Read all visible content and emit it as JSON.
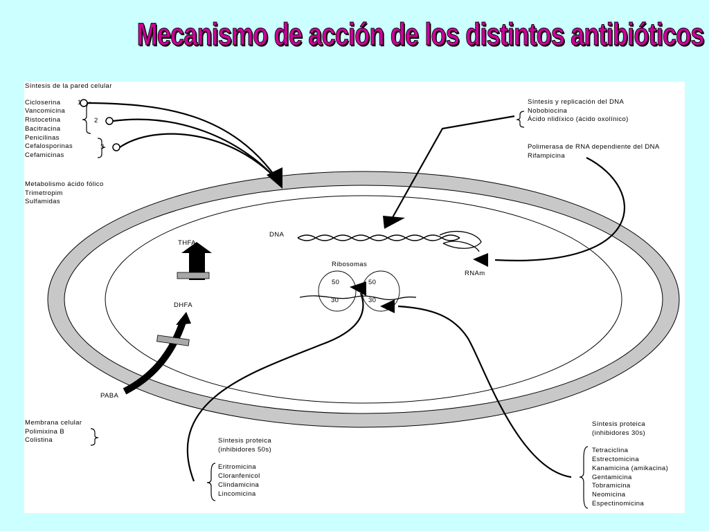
{
  "title": "Mecanismo de acción de los distintos antibióticos",
  "cell_wall": {
    "heading": "Síntesis de la pared celular",
    "items": [
      "Cicloserina",
      "Vancomicina",
      "Ristocetina",
      "Bacitracina",
      "Penicilinas",
      "Cefalosporinas",
      "Cefamicinas"
    ],
    "markers": [
      "1",
      "2",
      "3"
    ]
  },
  "folate": {
    "heading": "Metabolismo ácido fólico",
    "items": [
      "Trimetropim",
      "Sulfamidas"
    ],
    "thfa": "THFA",
    "dhfa": "DHFA",
    "paba": "PABA"
  },
  "dna_synthesis": {
    "heading": "Síntesis y replicación del DNA",
    "items": [
      "Nobobiocina",
      "Ácido nlidíxico (ácido oxolínico)"
    ]
  },
  "rna_polymerase": {
    "heading": "Polimerasa de RNA dependiente del DNA",
    "items": [
      "Rifampicina"
    ]
  },
  "cell_labels": {
    "dna": "DNA",
    "rnam": "RNAm",
    "ribosomes": "Ribosomas",
    "r50a": "50",
    "r50b": "50",
    "r30a": "30",
    "r30b": "30"
  },
  "membrane": {
    "heading": "Membrana celular",
    "items": [
      "Polimixina B",
      "Colistina"
    ]
  },
  "protein_50s": {
    "heading": "Síntesis proteica",
    "subheading": "(inhibidores 50s)",
    "items": [
      "Eritromicina",
      "Cloranfenicol",
      "Clindamicina",
      "Lincomicina"
    ]
  },
  "protein_30s": {
    "heading": "Síntesis proteica",
    "subheading": "(inhibidores 30s)",
    "items": [
      "Tetraciclina",
      "Estrectomicina",
      "Kanamicina (amikacina)",
      "Gentamicina",
      "Tobramicina",
      "Neomicina",
      "Espectinomicina"
    ]
  }
}
